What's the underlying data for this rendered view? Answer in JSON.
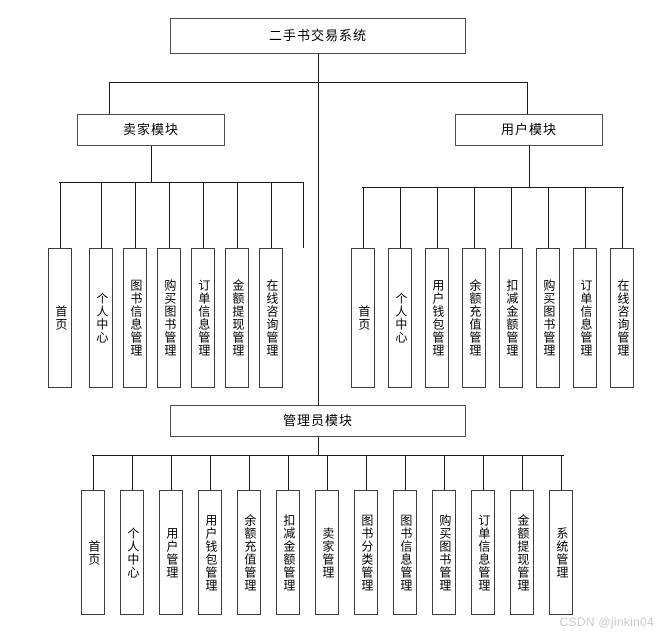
{
  "diagram": {
    "type": "organizational-tree",
    "title": "二手书交易系统",
    "watermark": "CSDN @jinkin04",
    "root": {
      "label": "二手书交易系统"
    },
    "modules": [
      {
        "id": "seller",
        "label": "卖家模块",
        "leaves": [
          "首页",
          "个人中心",
          "图书信息管理",
          "购买图书管理",
          "订单信息管理",
          "金额提现管理",
          "在线咨询管理"
        ]
      },
      {
        "id": "user",
        "label": "用户模块",
        "leaves": [
          "首页",
          "个人中心",
          "用户钱包管理",
          "余额充值管理",
          "扣减金额管理",
          "购买图书管理",
          "订单信息管理",
          "在线咨询管理"
        ]
      },
      {
        "id": "admin",
        "label": "管理员模块",
        "leaves": [
          "首页",
          "个人中心",
          "用户管理",
          "用户钱包管理",
          "余额充值管理",
          "扣减金额管理",
          "卖家管理",
          "图书分类管理",
          "图书信息管理",
          "购买图书管理",
          "订单信息管理",
          "金额提现管理",
          "系统管理"
        ]
      }
    ]
  },
  "colors": {
    "line": "#1a1a1a",
    "box_border": "#4d4d4d",
    "background": "#ffffff",
    "watermark": "#c9c9c9"
  }
}
